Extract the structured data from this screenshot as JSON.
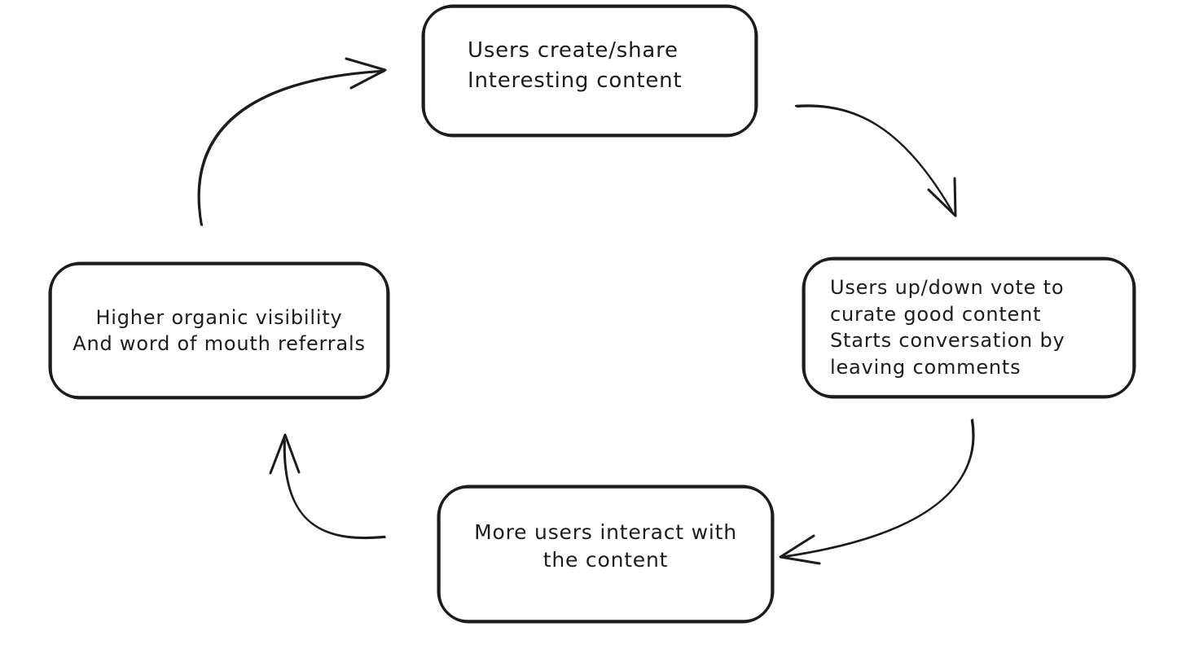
{
  "colors": {
    "background": "#ffffff",
    "ink": "#1c1c1c"
  },
  "nodes": {
    "top": {
      "id": "users-create-share",
      "lines": [
        "Users create/share",
        "Interesting content"
      ]
    },
    "right": {
      "id": "users-vote-curate",
      "lines": [
        "Users up/down vote to",
        "curate good content",
        "Starts conversation by",
        "leaving comments"
      ]
    },
    "bottom": {
      "id": "more-users-interact",
      "lines": [
        "More users interact with",
        "the content"
      ]
    },
    "left": {
      "id": "higher-organic-visibility",
      "lines": [
        "Higher organic visibility",
        "And word of mouth referrals"
      ]
    }
  },
  "edges": [
    {
      "from": "users-create-share",
      "to": "users-vote-curate"
    },
    {
      "from": "users-vote-curate",
      "to": "more-users-interact"
    },
    {
      "from": "more-users-interact",
      "to": "higher-organic-visibility"
    },
    {
      "from": "higher-organic-visibility",
      "to": "users-create-share"
    }
  ]
}
